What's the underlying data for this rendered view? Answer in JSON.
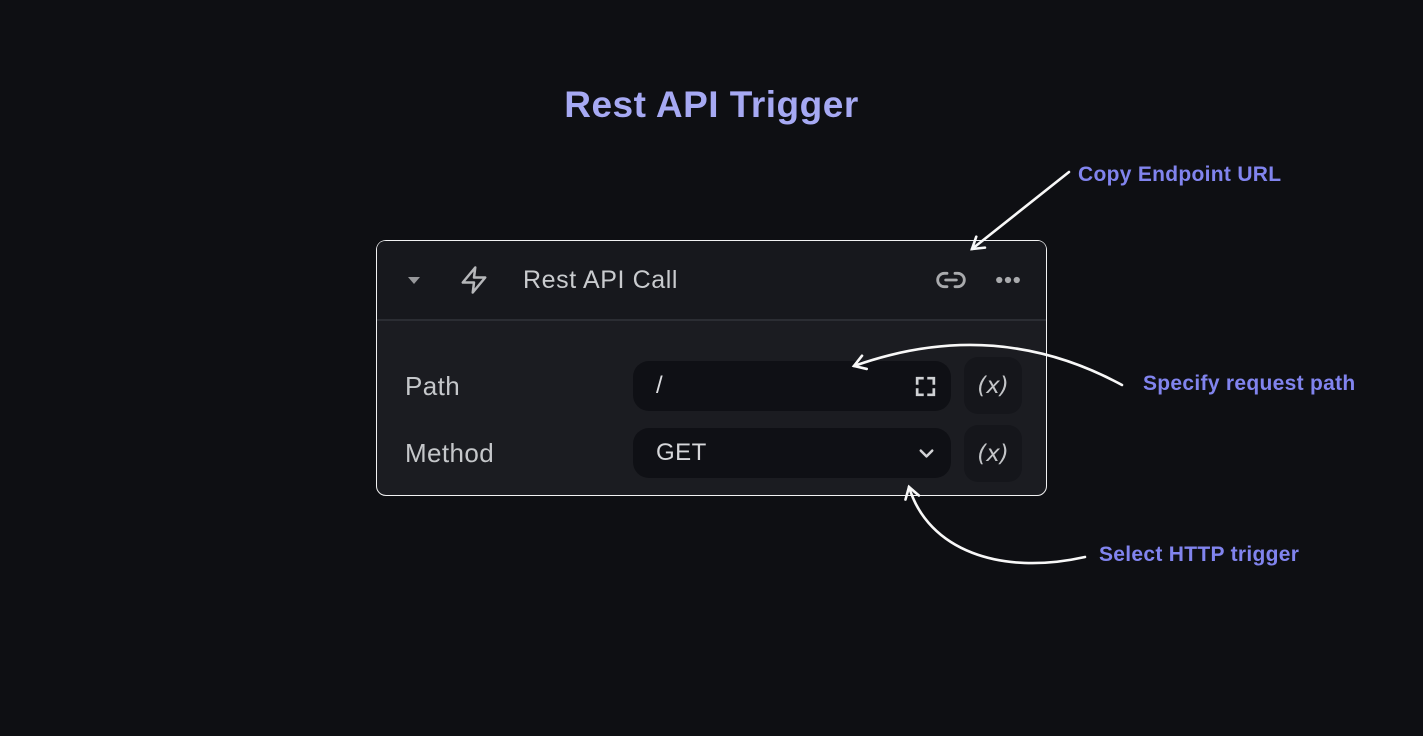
{
  "page": {
    "title": "Rest API Trigger",
    "background_color": "#0e0f13"
  },
  "card": {
    "title": "Rest API Call",
    "header_icons": {
      "collapse": "chevron-down-triangle",
      "type": "lightning-bolt",
      "link": "copy-endpoint-link",
      "menu": "ellipsis-horizontal"
    },
    "rows": [
      {
        "label": "Path",
        "value": "/",
        "control": "text-input",
        "trailing_icon": "expand-fullscreen"
      },
      {
        "label": "Method",
        "value": "GET",
        "control": "dropdown",
        "trailing_icon": "chevron-down"
      }
    ],
    "expression_button_label": "(x)"
  },
  "annotations": [
    {
      "label": "Copy Endpoint URL",
      "points_to": "link-icon"
    },
    {
      "label": "Specify request path",
      "points_to": "path-input"
    },
    {
      "label": "Select HTTP trigger",
      "points_to": "method-dropdown"
    }
  ],
  "colors": {
    "title_text": "#a6a9f3",
    "annotation_text": "#8184ee",
    "arrow": "#f8f8f8",
    "card_border": "#f2f2f3",
    "card_background": "#1b1c21",
    "card_header_background": "#17181d",
    "field_background": "#0f1015"
  }
}
